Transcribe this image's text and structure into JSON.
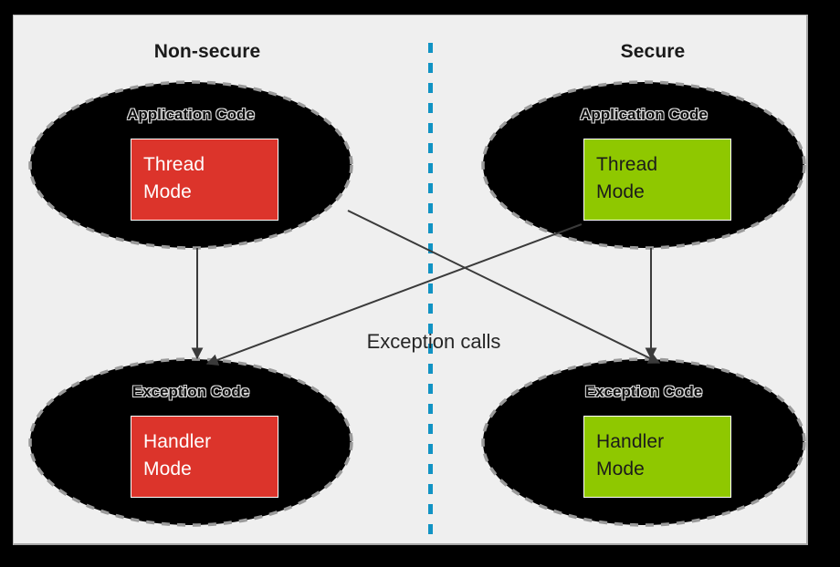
{
  "diagram": {
    "title_nonsecure": "Non-secure",
    "title_secure": "Secure",
    "center_caption": "Exception calls",
    "divider_color": "#1193c4",
    "canvas_color": "#efefef",
    "frame_color": "#000000",
    "ellipse_fill": "#000000",
    "ellipse_stroke": "#9a9a9a",
    "arrow_color": "#3a3a3a",
    "accent_nonsecure": "#dc342b",
    "accent_secure": "#8fc800",
    "nodes": [
      {
        "id": "nonsecure-application-code",
        "label": "Application Code",
        "box_line1": "Thread",
        "box_line2": "Mode",
        "box_color": "#dc342b",
        "box_text_color": "#ffffff"
      },
      {
        "id": "secure-application-code",
        "label": "Application Code",
        "box_line1": "Thread",
        "box_line2": "Mode",
        "box_color": "#8fc800",
        "box_text_color": "#1b1b1b"
      },
      {
        "id": "nonsecure-exception-code",
        "label": "Exception Code",
        "box_line1": "Handler",
        "box_line2": "Mode",
        "box_color": "#dc342b",
        "box_text_color": "#ffffff"
      },
      {
        "id": "secure-exception-code",
        "label": "Exception Code",
        "box_line1": "Handler",
        "box_line2": "Mode",
        "box_color": "#8fc800",
        "box_text_color": "#1b1b1b"
      }
    ],
    "arrows": [
      {
        "id": "nonsecure-thread-to-nonsecure-handler",
        "from": "nonsecure-application-code",
        "to": "nonsecure-exception-code"
      },
      {
        "id": "secure-thread-to-secure-handler",
        "from": "secure-application-code",
        "to": "secure-exception-code"
      },
      {
        "id": "nonsecure-thread-to-secure-handler",
        "from": "nonsecure-application-code",
        "to": "secure-exception-code"
      },
      {
        "id": "secure-thread-to-nonsecure-handler",
        "from": "secure-application-code",
        "to": "nonsecure-exception-code"
      }
    ]
  }
}
